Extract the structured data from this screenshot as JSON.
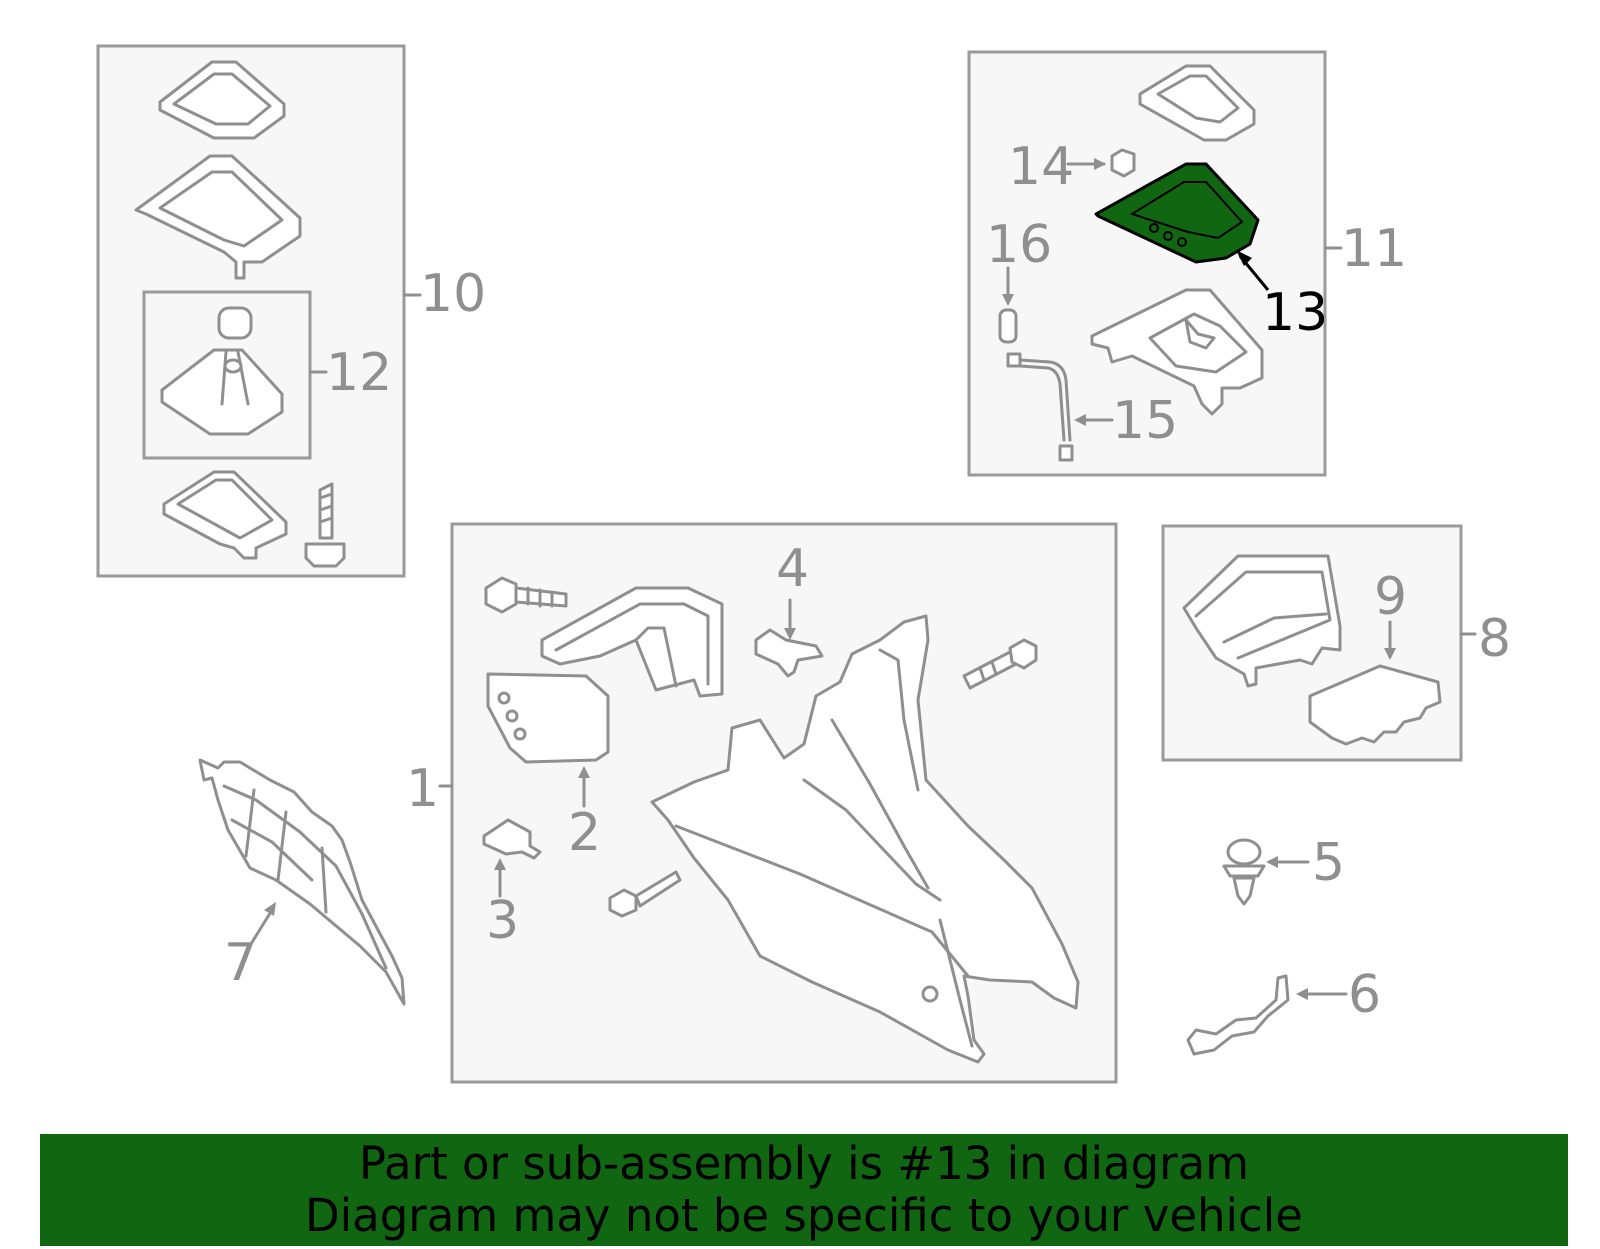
{
  "callouts": {
    "c1": "1",
    "c2": "2",
    "c3": "3",
    "c4": "4",
    "c5": "5",
    "c6": "6",
    "c7": "7",
    "c8": "8",
    "c9": "9",
    "c10": "10",
    "c11": "11",
    "c12": "12",
    "c13": "13",
    "c14": "14",
    "c15": "15",
    "c16": "16"
  },
  "highlighted_callout": "13",
  "banner": {
    "line1": "Part or sub-assembly is #13 in diagram",
    "line2": "Diagram may not be specific to your vehicle"
  },
  "colors": {
    "highlight_green": "#116611",
    "banner_green": "#116611",
    "outline_gray": "#8f8f8f",
    "box_fill": "#f7f7f7"
  }
}
